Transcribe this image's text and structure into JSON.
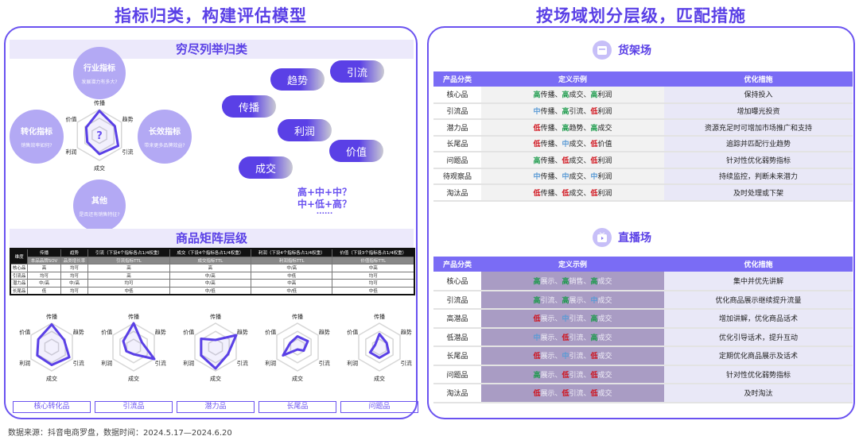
{
  "left": {
    "title": "指标归类，构建评估模型",
    "banner1": "穷尽列举归类",
    "circles": [
      {
        "title": "行业指标",
        "sub": "发展潜力有多大?"
      },
      {
        "title": "转化指标",
        "sub": "销售效率如何?"
      },
      {
        "title": "长效指标",
        "sub": "带来更多品牌效益?"
      },
      {
        "title": "其他",
        "sub": "是否还有销售特征?"
      }
    ],
    "center_mark": "?",
    "axes": [
      "传播",
      "趋势",
      "引流",
      "成交",
      "利润",
      "价值"
    ],
    "pills": [
      "趋势",
      "引流",
      "传播",
      "利润",
      "价值",
      "成交"
    ],
    "questions": [
      "高+中+中？",
      "中+低+高？",
      "......"
    ],
    "banner2": "商品矩阵层级",
    "matrix": {
      "header": [
        "维度",
        "传播",
        "趋势",
        "引流（下设4个指标各占1/4权重）",
        "成交（下设4个指标各占1/4权重）",
        "利润（下设4个指标各占1/4权重）",
        "价值（下设3个指标各占1/4权重）"
      ],
      "subheader": [
        "本品品牌SOV",
        "品类增长率",
        "引流指标TTL",
        "成交指标TTL",
        "利润指标TTL",
        "价值指标TTL"
      ],
      "rows": [
        [
          "核心品",
          "高",
          "均可",
          "高",
          "高",
          "中/高",
          "中高"
        ],
        [
          "引流品",
          "均可",
          "均可",
          "高",
          "中/高",
          "中低",
          "均可"
        ],
        [
          "潜力品",
          "中/高",
          "中/高",
          "均可",
          "中/高",
          "中高",
          "均可"
        ],
        [
          "长尾品",
          "低",
          "均可",
          "中低",
          "中/低",
          "中/低",
          "中低"
        ]
      ]
    },
    "radars": [
      {
        "label": "核心转化品",
        "values": [
          0.95,
          0.6,
          0.85,
          0.75,
          0.7,
          0.65
        ]
      },
      {
        "label": "引流品",
        "values": [
          1.0,
          0.4,
          1.0,
          0.3,
          0.35,
          0.5
        ]
      },
      {
        "label": "潜力品",
        "values": [
          0.3,
          1.0,
          0.6,
          0.9,
          0.7,
          0.7
        ]
      },
      {
        "label": "长尾品",
        "values": [
          0.45,
          0.5,
          0.3,
          0.1,
          0.7,
          0.35
        ]
      },
      {
        "label": "问题品",
        "values": [
          0.55,
          0.35,
          0.45,
          0.45,
          0.45,
          0.2
        ]
      }
    ],
    "center_radar_values": [
      0.95,
      0.7,
      0.85,
      0.75,
      0.55,
      0.6
    ]
  },
  "right": {
    "title": "按场域划分层级，匹配措施",
    "shelf": {
      "name": "货架场",
      "icon": "shelf-icon",
      "headers": [
        "产品分类",
        "定义示例",
        "优化措施"
      ],
      "rows": [
        {
          "cat": "核心品",
          "def": [
            [
              "高",
              "传播"
            ],
            [
              "高",
              "成交"
            ],
            [
              "高",
              "利润"
            ]
          ],
          "action": "保持投入"
        },
        {
          "cat": "引流品",
          "def": [
            [
              "中",
              "传播"
            ],
            [
              "高",
              "引流"
            ],
            [
              "低",
              "利润"
            ]
          ],
          "action": "增加曝光投资"
        },
        {
          "cat": "潜力品",
          "def": [
            [
              "低",
              "传播"
            ],
            [
              "高",
              "趋势"
            ],
            [
              "高",
              "成交"
            ]
          ],
          "action": "资源充足时可增加市场推广和支持"
        },
        {
          "cat": "长尾品",
          "def": [
            [
              "低",
              "传播"
            ],
            [
              "中",
              "成交"
            ],
            [
              "低",
              "价值"
            ]
          ],
          "action": "追踪并匹配行业趋势"
        },
        {
          "cat": "问题品",
          "def": [
            [
              "高",
              "传播"
            ],
            [
              "低",
              "成交"
            ],
            [
              "低",
              "利润"
            ]
          ],
          "action": "针对性优化弱势指标"
        },
        {
          "cat": "待观察品",
          "def": [
            [
              "中",
              "传播"
            ],
            [
              "中",
              "成交"
            ],
            [
              "中",
              "利润"
            ]
          ],
          "action": "持续监控，判断未来潜力"
        },
        {
          "cat": "淘汰品",
          "def": [
            [
              "低",
              "传播"
            ],
            [
              "低",
              "成交"
            ],
            [
              "低",
              "利润"
            ]
          ],
          "action": "及时处理或下架"
        }
      ]
    },
    "live": {
      "name": "直播场",
      "icon": "live-tv-icon",
      "headers": [
        "产品分类",
        "定义示例",
        "优化措施"
      ],
      "rows": [
        {
          "cat": "核心品",
          "def": [
            [
              "高",
              "展示"
            ],
            [
              "高",
              "销售"
            ],
            [
              "高",
              "成交"
            ]
          ],
          "action": "集中并优先讲解"
        },
        {
          "cat": "引流品",
          "def": [
            [
              "高",
              "引流"
            ],
            [
              "高",
              "展示"
            ],
            [
              "中",
              "成交"
            ]
          ],
          "action": "优化商品展示继续提升流量"
        },
        {
          "cat": "高潜品",
          "def": [
            [
              "低",
              "展示"
            ],
            [
              "中",
              "引流"
            ],
            [
              "高",
              "成交"
            ]
          ],
          "action": "增加讲解，优化商品话术"
        },
        {
          "cat": "低潜品",
          "def": [
            [
              "中",
              "展示"
            ],
            [
              "低",
              "引流"
            ],
            [
              "高",
              "成交"
            ]
          ],
          "action": "优化引导话术，提升互动"
        },
        {
          "cat": "长尾品",
          "def": [
            [
              "低",
              "展示"
            ],
            [
              "中",
              "引流"
            ],
            [
              "低",
              "成交"
            ]
          ],
          "action": "定期优化商品展示及话术"
        },
        {
          "cat": "问题品",
          "def": [
            [
              "高",
              "展示"
            ],
            [
              "低",
              "引流"
            ],
            [
              "低",
              "成交"
            ]
          ],
          "action": "针对性优化弱势指标"
        },
        {
          "cat": "淘汰品",
          "def": [
            [
              "低",
              "展示"
            ],
            [
              "低",
              "引流"
            ],
            [
              "低",
              "成交"
            ]
          ],
          "action": "及时淘汰"
        }
      ]
    }
  },
  "footer": "数据来源：抖音电商罗盘，数据时间：2024.5.17—2024.6.20",
  "colors": {
    "accent": "#5a40e6",
    "high": "#1a9a4a",
    "mid": "#5b9bd5",
    "low": "#d0121b"
  }
}
